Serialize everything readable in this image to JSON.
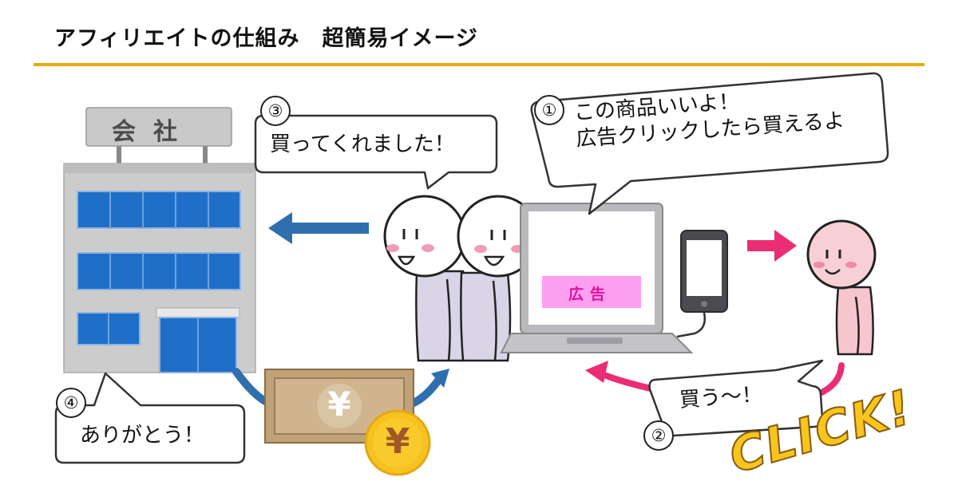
{
  "header": {
    "title": "アフィリエイトの仕組み　超簡易イメージ"
  },
  "company": {
    "sign": "会社"
  },
  "ad": {
    "label": "広告"
  },
  "steps": [
    {
      "number": "①",
      "lines": [
        "この商品いいよ！",
        "広告クリックしたら買えるよ"
      ]
    },
    {
      "number": "②",
      "lines": [
        "買う～！"
      ]
    },
    {
      "number": "③",
      "lines": [
        "買ってくれました！"
      ]
    },
    {
      "number": "④",
      "lines": [
        "ありがとう！"
      ]
    }
  ],
  "money": {
    "yen": "¥"
  },
  "click": {
    "text": "CLICK!"
  },
  "colors": {
    "accent_rule": "#e5ac12",
    "blue_arrow": "#2f6fae",
    "pink_arrow": "#ea2d74",
    "ad_pink": "#ff9ff0",
    "click_yellow": "#f7c51e"
  }
}
